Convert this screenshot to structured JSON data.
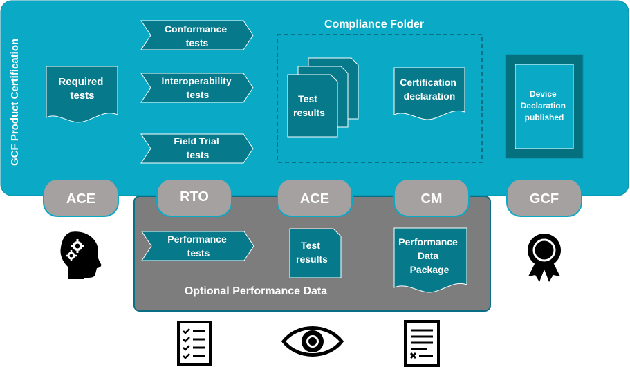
{
  "main_panel": {
    "vertical_title": "GCF Product Certification",
    "compliance_folder_title": "Compliance Folder",
    "color": "#0aa9c6"
  },
  "optional_panel": {
    "title": "Optional Performance Data",
    "color": "#7d7d7d"
  },
  "required_tests": [
    "Required",
    "tests"
  ],
  "conformance_tests": [
    "Conformance",
    "tests"
  ],
  "interoperability_tests": [
    "Interoperability",
    "tests"
  ],
  "field_trial_tests": [
    "Field Trial",
    "tests"
  ],
  "test_results": [
    "Test",
    "results"
  ],
  "certification_declaration": [
    "Certification",
    "declaration"
  ],
  "device_declaration": [
    "Device",
    "Declaration",
    "published"
  ],
  "performance_tests": [
    "Performance",
    "tests"
  ],
  "optional_test_results": [
    "Test",
    "results"
  ],
  "performance_data_package": [
    "Performance",
    "Data",
    "Package"
  ],
  "roles": [
    "ACE",
    "RTO",
    "ACE",
    "CM",
    "GCF"
  ],
  "icons": [
    "head-gears-icon",
    "checklist-icon",
    "eye-icon",
    "document-icon",
    "award-ribbon-icon"
  ],
  "colors": {
    "box": "#067a8a",
    "box_stroke": "#ffffff",
    "pill": "#a6a1a1",
    "pill_stroke": "#0aa9c6",
    "dark_teal": "#05717f"
  }
}
